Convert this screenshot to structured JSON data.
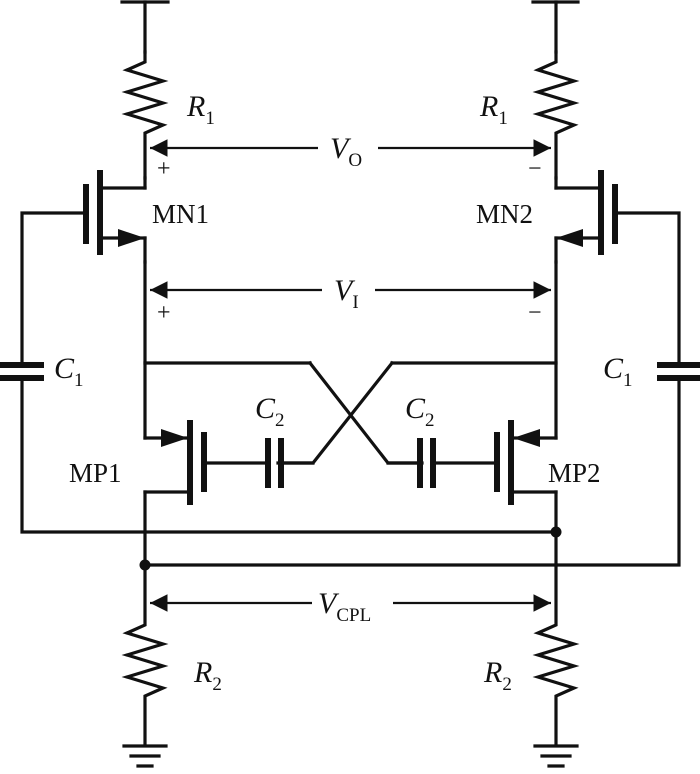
{
  "transistors": {
    "mn1": "MN1",
    "mn2": "MN2",
    "mp1": "MP1",
    "mp2": "MP2"
  },
  "resistors": {
    "r1_sym": "R",
    "r1_sub": "1",
    "r2_sym": "R",
    "r2_sub": "2"
  },
  "capacitors": {
    "c1_sym": "C",
    "c1_sub": "1",
    "c2_sym": "C",
    "c2_sub": "2"
  },
  "voltages": {
    "vo_sym": "V",
    "vo_sub": "O",
    "vi_sym": "V",
    "vi_sub": "I",
    "vcpl_sym": "V",
    "vcpl_sub": "CPL",
    "plus": "+",
    "minus": "−"
  }
}
